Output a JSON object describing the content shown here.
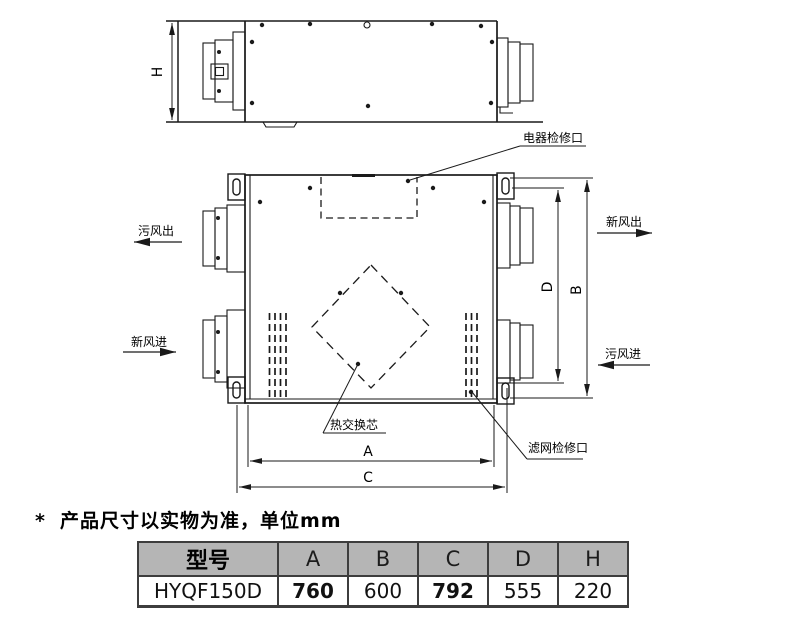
{
  "colors": {
    "line": "#1a1a1a",
    "table_header_bg": "#b5b5b5",
    "table_border": "#3d3d3d"
  },
  "diagram": {
    "dims": {
      "h": "H",
      "a": "A",
      "b": "B",
      "c": "C",
      "d": "D"
    },
    "ports": {
      "stale_out": "污风出",
      "fresh_in": "新风进",
      "fresh_out": "新风出",
      "stale_in": "污风进"
    },
    "callouts": {
      "electrical_access": "电器检修口",
      "heat_core": "热交换芯",
      "filter_access": "滤网检修口"
    }
  },
  "footnote": {
    "marker": "*",
    "text": "产品尺寸以实物为准，单位mm"
  },
  "table": {
    "headers": [
      "型号",
      "A",
      "B",
      "C",
      "D",
      "H"
    ],
    "rows": [
      [
        "HYQF150D",
        "760",
        "600",
        "792",
        "555",
        "220"
      ]
    ]
  }
}
